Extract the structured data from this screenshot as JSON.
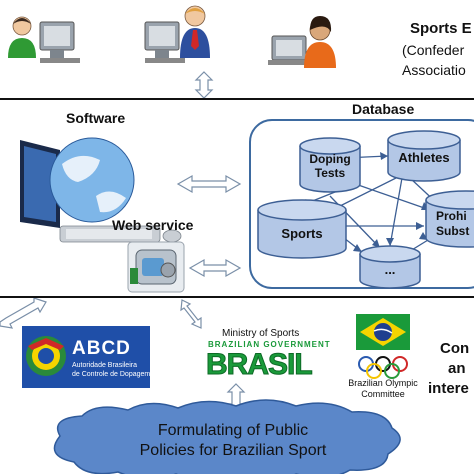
{
  "top": {
    "title": "Sports E",
    "subtitle_lines": [
      "(Confeder",
      "Associatio"
    ]
  },
  "middle": {
    "software_label": "Software",
    "webservice_label": "Web service",
    "database_title": "Database",
    "db_nodes": [
      "Doping\nTests",
      "Athletes",
      "Sports",
      "...",
      "Prohi\nSubst"
    ]
  },
  "bottom": {
    "abcd_name": "ABCD",
    "abcd_caption_lines": [
      "Autoridade Brasileira",
      "de Controle de Dopagem"
    ],
    "ministry_lines": [
      "Ministry of Sports",
      "BRAZILIAN GOVERNMENT"
    ],
    "brasil_word": "BRASIL",
    "olympic_caption_lines": [
      "Brazilian Olympic",
      "Committee"
    ],
    "right_text_lines": [
      "Con",
      "an",
      "intere"
    ],
    "policy_lines": [
      "Formulating of Public",
      "Policies for Brazilian Sport"
    ]
  },
  "colors": {
    "arrow_fill": "#ffffff",
    "arrow_stroke": "#7a8fa8",
    "cylinder_fill": "#b3c7e6",
    "cylinder_stroke": "#3d5f94",
    "db_border": "#3d6aa0",
    "cloud_fill": "#5b87c9",
    "abcd_blue": "#1f4fa8",
    "brasil_green": "#1a9a3a",
    "brasil_yellow": "#f5d400"
  }
}
